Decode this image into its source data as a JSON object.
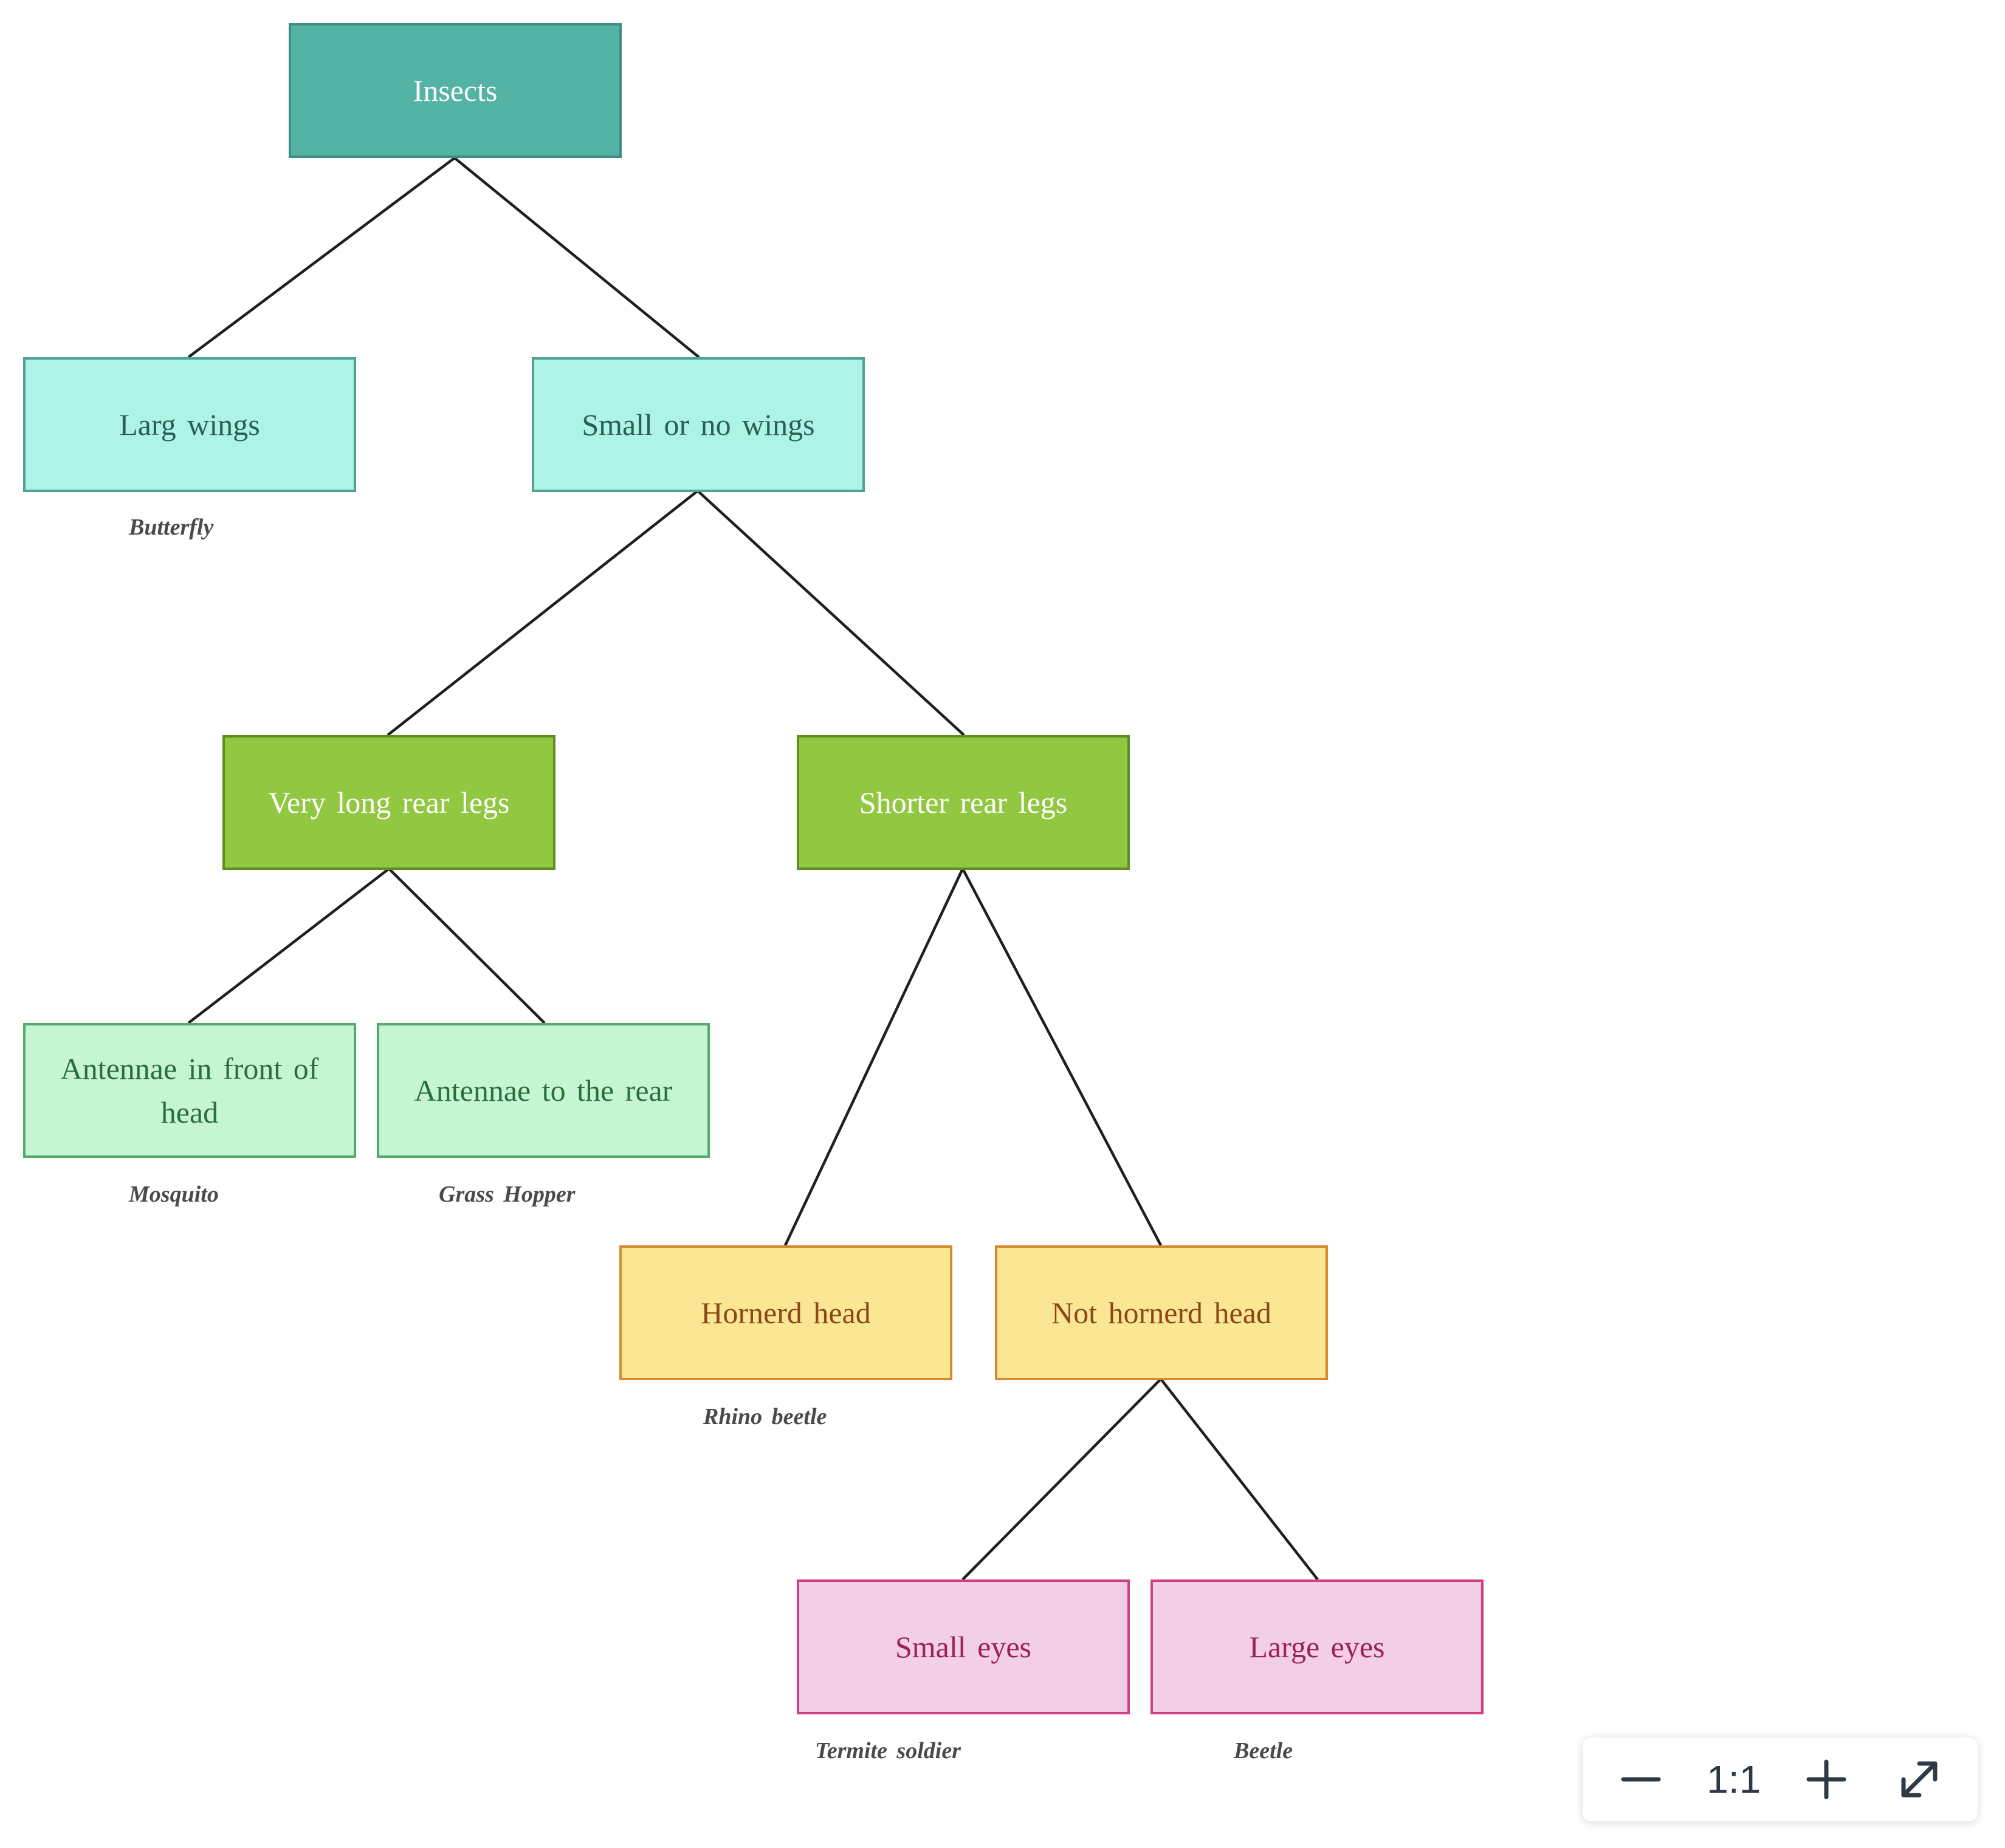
{
  "diagram": {
    "nodes": [
      {
        "id": "insects",
        "label": "Insects",
        "style": "root"
      },
      {
        "id": "large-wings",
        "label": "Larg wings",
        "style": "teal"
      },
      {
        "id": "small-wings",
        "label": "Small or no wings",
        "style": "teal"
      },
      {
        "id": "long-legs",
        "label": "Very long rear legs",
        "style": "green"
      },
      {
        "id": "short-legs",
        "label": "Shorter rear legs",
        "style": "green"
      },
      {
        "id": "antennae-front",
        "label": "Antennae in front of head",
        "style": "mint"
      },
      {
        "id": "antennae-rear",
        "label": "Antennae to the rear",
        "style": "mint"
      },
      {
        "id": "horned-head",
        "label": "Hornerd head",
        "style": "yellow"
      },
      {
        "id": "not-horned-head",
        "label": "Not hornerd head",
        "style": "yellow"
      },
      {
        "id": "small-eyes",
        "label": "Small eyes",
        "style": "pink"
      },
      {
        "id": "large-eyes",
        "label": "Large eyes",
        "style": "pink"
      }
    ],
    "edges": [
      [
        "insects",
        "large-wings"
      ],
      [
        "insects",
        "small-wings"
      ],
      [
        "small-wings",
        "long-legs"
      ],
      [
        "small-wings",
        "short-legs"
      ],
      [
        "long-legs",
        "antennae-front"
      ],
      [
        "long-legs",
        "antennae-rear"
      ],
      [
        "short-legs",
        "horned-head"
      ],
      [
        "short-legs",
        "not-horned-head"
      ],
      [
        "not-horned-head",
        "small-eyes"
      ],
      [
        "not-horned-head",
        "large-eyes"
      ]
    ],
    "examples": {
      "butterfly": "Butterfly",
      "mosquito": "Mosquito",
      "grasshopper": "Grass Hopper",
      "rhino_beetle": "Rhino beetle",
      "termite": "Termite soldier",
      "beetle": "Beetle"
    }
  },
  "colors": {
    "root": "#53b4a6",
    "teal": "#adf3e6",
    "green": "#92c841",
    "mint": "#c6f5d4",
    "yellow": "#fae693",
    "pink": "#f3cfe6"
  },
  "zoom_controls": {
    "zoom_out_icon": "minus-icon",
    "zoom_level": "1:1",
    "zoom_in_icon": "plus-icon",
    "fullscreen_icon": "expand-icon"
  }
}
